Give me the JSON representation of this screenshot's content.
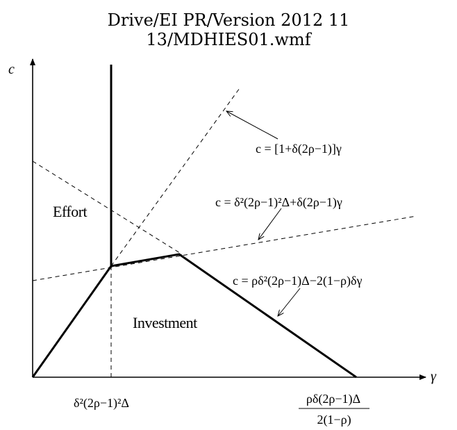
{
  "title": {
    "line1": "Drive/EI PR/Version 2012 11",
    "line2": "13/MDHIES01.wmf"
  },
  "axes": {
    "y_label": "c",
    "x_label": "γ"
  },
  "regions": {
    "effort": "Effort",
    "investment": "Investment"
  },
  "equations": {
    "upper_dashed": "c = [1+δ(2ρ−1)]γ",
    "middle_dashed": "c = δ²(2ρ−1)²Δ+δ(2ρ−1)γ",
    "lower_bold": "c = ρδ²(2ρ−1)Δ−2(1−ρ)δγ"
  },
  "x_ticks": {
    "left": "δ²(2ρ−1)²Δ",
    "right_numerator": "ρδ(2ρ−1)Δ",
    "right_denominator": "2(1−ρ)"
  }
}
